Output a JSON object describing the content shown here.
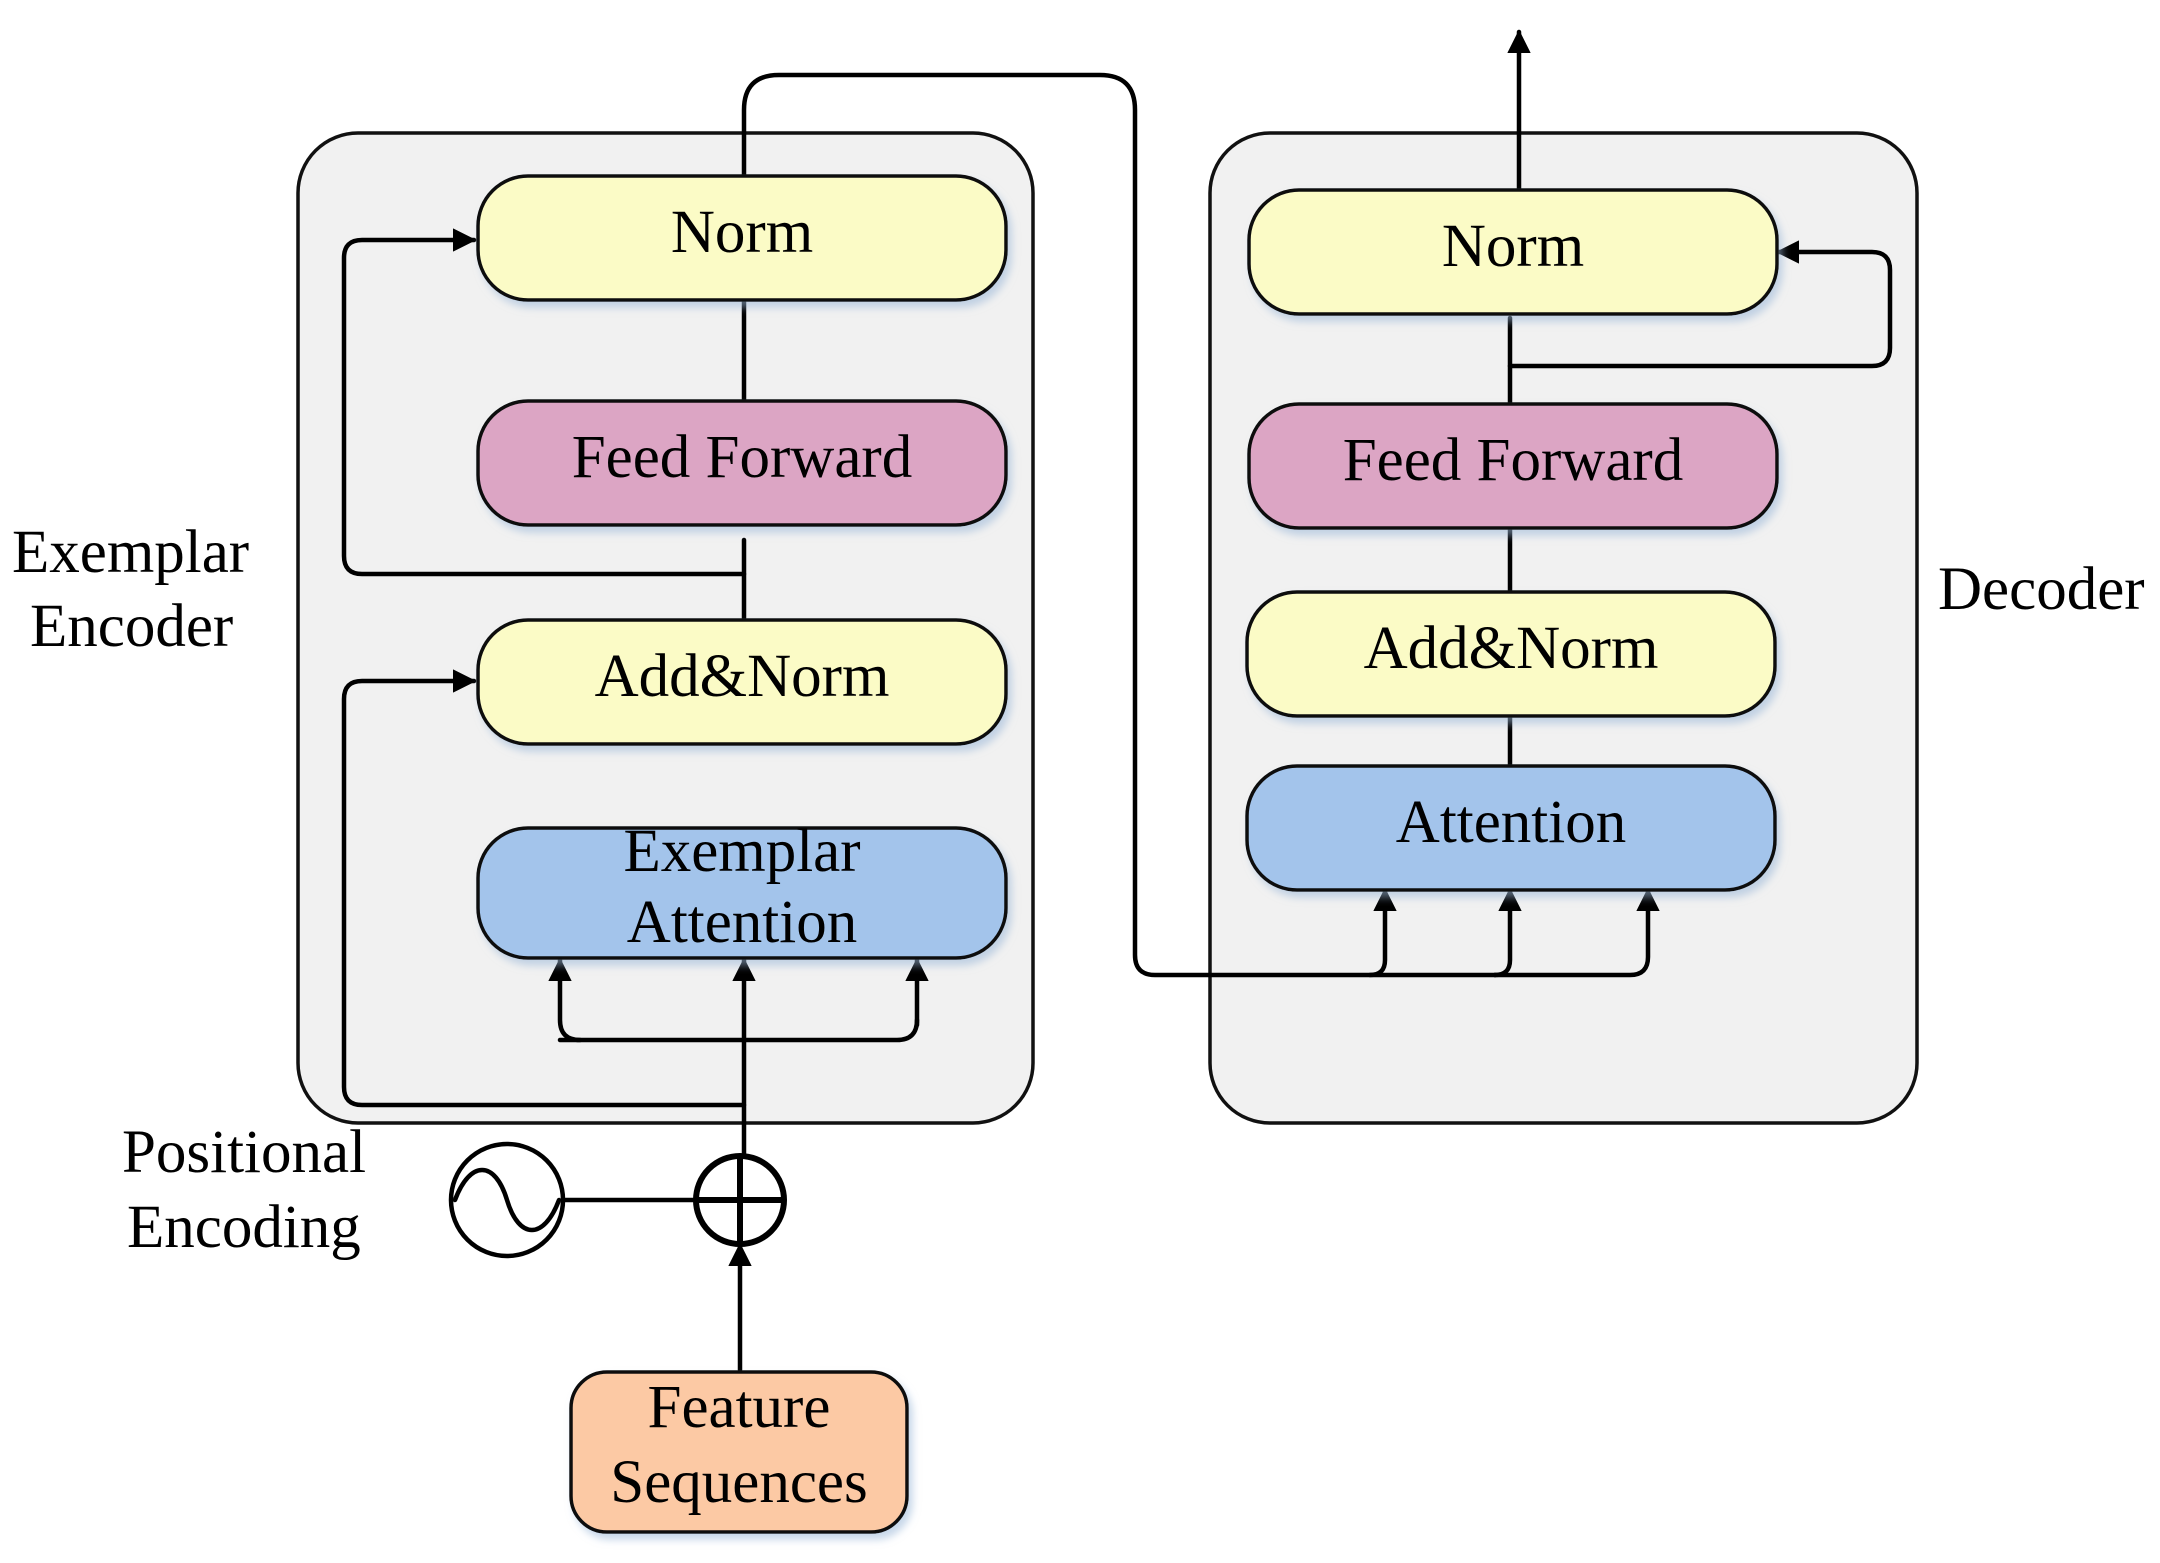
{
  "colors": {
    "background": "#ffffff",
    "group_fill": "#f1f1f1",
    "norm_fill": "#fbfbc6",
    "feed_forward_fill": "#dca5c4",
    "attention_fill": "#a3c4eb",
    "feature_fill": "#fcc9a4",
    "line": "#000000"
  },
  "encoder": {
    "label_line1": "Exemplar",
    "label_line2": "Encoder",
    "blocks": {
      "norm": "Norm",
      "feed_forward": "Feed Forward",
      "add_norm": "Add&Norm",
      "attention_line1": "Exemplar",
      "attention_line2": "Attention"
    }
  },
  "decoder": {
    "label": "Decoder",
    "blocks": {
      "norm": "Norm",
      "feed_forward": "Feed Forward",
      "add_norm": "Add&Norm",
      "attention": "Attention"
    }
  },
  "positional_encoding": {
    "label_line1": "Positional",
    "label_line2": "Encoding",
    "wave_icon": "sine-wave-icon",
    "adder_icon": "circled-plus-icon"
  },
  "input": {
    "line1": "Feature",
    "line2": "Sequences"
  }
}
